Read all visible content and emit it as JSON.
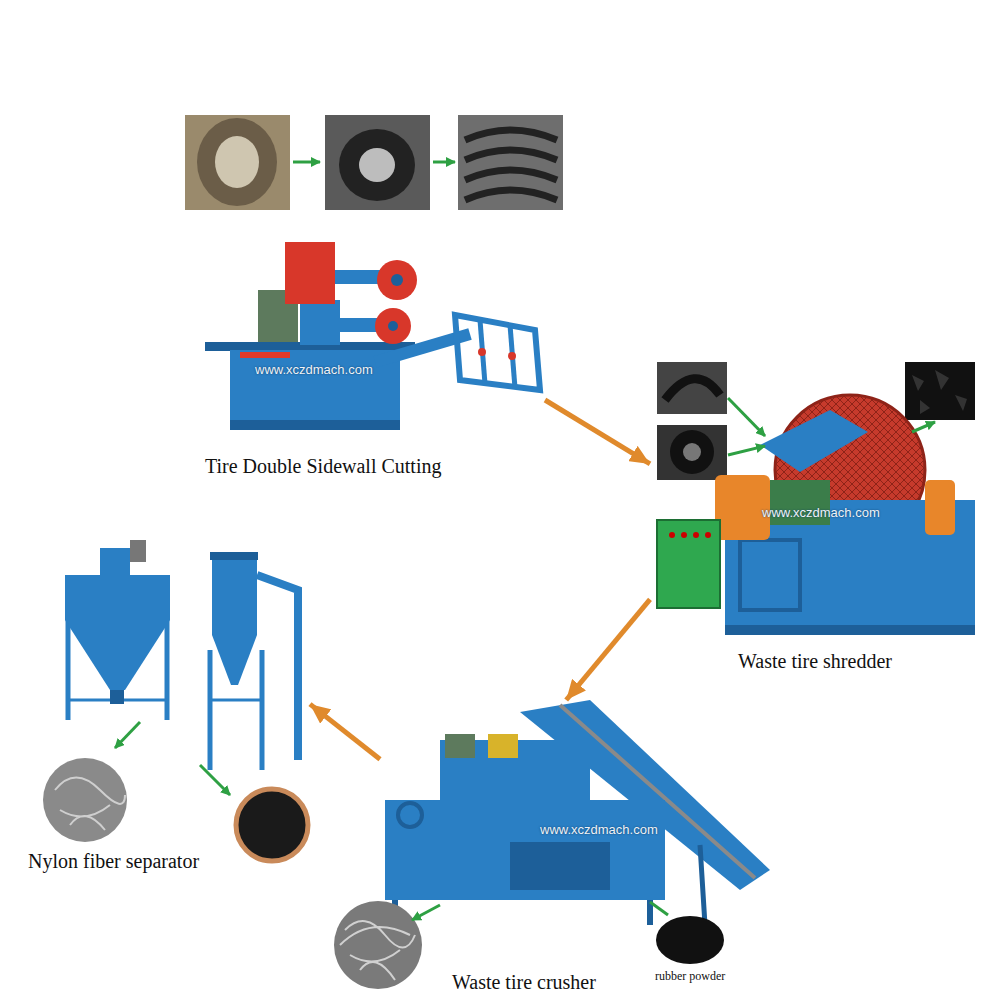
{
  "diagram": {
    "nodes": [
      {
        "text": [
          "Tire Double Sidewall Cutting"
        ]
      },
      {
        "text": [
          "Waste tire shredder"
        ]
      },
      {
        "text": [
          "Waste tire crusher"
        ]
      },
      {
        "text": [
          "Nylon fiber separator"
        ]
      }
    ],
    "edges": [
      {
        "from": 0,
        "to": 1,
        "arrow": "to"
      },
      {
        "from": 1,
        "to": 2,
        "arrow": "to"
      },
      {
        "from": 2,
        "to": 3,
        "arrow": "to"
      }
    ],
    "labels": [
      "www.xczdmach.com",
      "www.xczdmach.com",
      "www.xczdmach.com",
      "rubber powder"
    ]
  }
}
